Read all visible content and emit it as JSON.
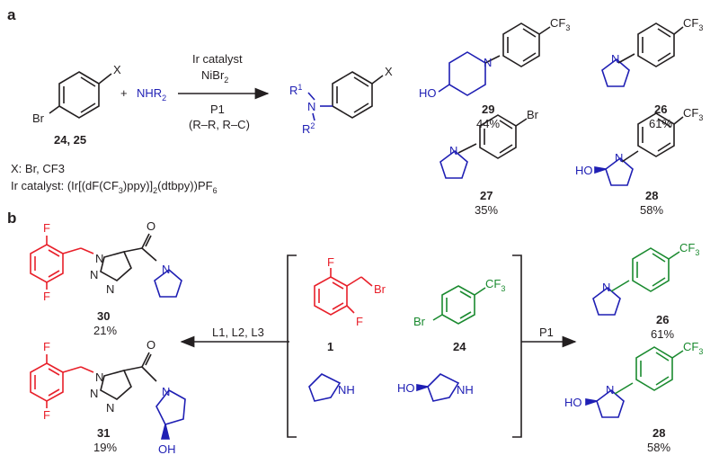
{
  "colors": {
    "black": "#231f20",
    "blue": "#1f1fb4",
    "red": "#e8202a",
    "green": "#1a8a2f"
  },
  "panel_a": {
    "label": "a",
    "reagent_NiBr2": "NiBr",
    "reagent_NiBr2_sub": "2",
    "reagent_catalyst": "Ir catalyst",
    "reagent_P1": "P1",
    "reagent_bonds": "(R–R, R–C)",
    "plus": "+",
    "amine": "NHR",
    "amine_sub": "2",
    "substrate_label": "24, 25",
    "atom_X": "X",
    "atom_Br": "Br",
    "atom_N": "N",
    "atom_R1": "R",
    "atom_R1_sup": "1",
    "atom_R2": "R",
    "atom_R2_sup": "2",
    "note_X": "X: Br, CF3",
    "note_catalyst": "Ir catalyst: (Ir[(dF(CF",
    "note_catalyst_s1": "3",
    "note_catalyst_mid": ")ppy)]",
    "note_catalyst_s2": "2",
    "note_catalyst_end": "(dtbpy))PF",
    "note_catalyst_s3": "6",
    "products": [
      {
        "id": "29",
        "yield": "44%"
      },
      {
        "id": "26",
        "yield": "61%"
      },
      {
        "id": "27",
        "yield": "35%"
      },
      {
        "id": "28",
        "yield": "58%"
      }
    ],
    "cf3": "CF",
    "cf3_sub": "3",
    "atom_HO": "HO",
    "atom_N_ring": "N",
    "atom_Br_prod": "Br"
  },
  "panel_b": {
    "label": "b",
    "left_arrow": "L1, L2, L3",
    "right_arrow": "P1",
    "reactants": [
      {
        "id": "1"
      },
      {
        "id": "24"
      }
    ],
    "products_left": [
      {
        "id": "30",
        "yield": "21%"
      },
      {
        "id": "31",
        "yield": "19%"
      }
    ],
    "products_right": [
      {
        "id": "26",
        "yield": "61%"
      },
      {
        "id": "28",
        "yield": "58%"
      }
    ],
    "atom_F": "F",
    "atom_Br": "Br",
    "atom_N": "N",
    "atom_O": "O",
    "atom_OH": "OH",
    "atom_HO": "HO",
    "atom_NH": "NH",
    "cf3": "CF",
    "cf3_sub": "3"
  }
}
